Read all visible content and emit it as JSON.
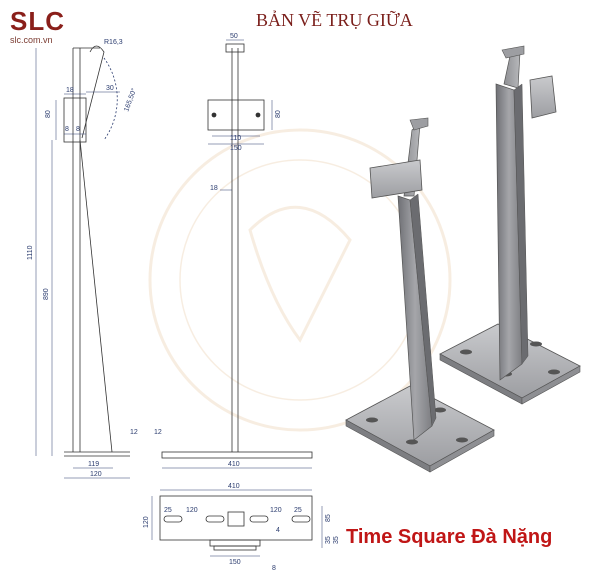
{
  "logo": {
    "text": "SLC",
    "url": "slc.com.vn"
  },
  "title": "BẢN VẼ TRỤ GIỮA",
  "footer": "Time Square Đà Nặng",
  "colors": {
    "title": "#7a1e1a",
    "footer": "#c01616",
    "logo": "#8a1f1a",
    "dimension": "#2a3b6e",
    "steel": "#8e8f93"
  },
  "dimensions": {
    "side_view": {
      "radius": "R16,3",
      "angle": "165,50°",
      "width_top": "18",
      "offset": "30",
      "height_clamp": "80",
      "small_a": "8",
      "small_b": "8",
      "total_height": "1110",
      "shaft_height": "890",
      "base_offset": "119",
      "base_width": "120"
    },
    "front_view": {
      "top_width": "50",
      "plate_inner": "110",
      "plate_outer": "150",
      "plate_height": "80",
      "shaft_thickness": "18",
      "thickness_a": "12",
      "thickness_b": "12",
      "base_length": "410"
    },
    "plan_view": {
      "base_length": "410",
      "width": "120",
      "edge_left": "25",
      "slot_left": "120",
      "slot_right": "120",
      "edge_right": "25",
      "depth_a": "85",
      "depth_b": "35",
      "depth_c": "35",
      "plate_width": "150",
      "small": "4",
      "bottom": "8"
    }
  }
}
